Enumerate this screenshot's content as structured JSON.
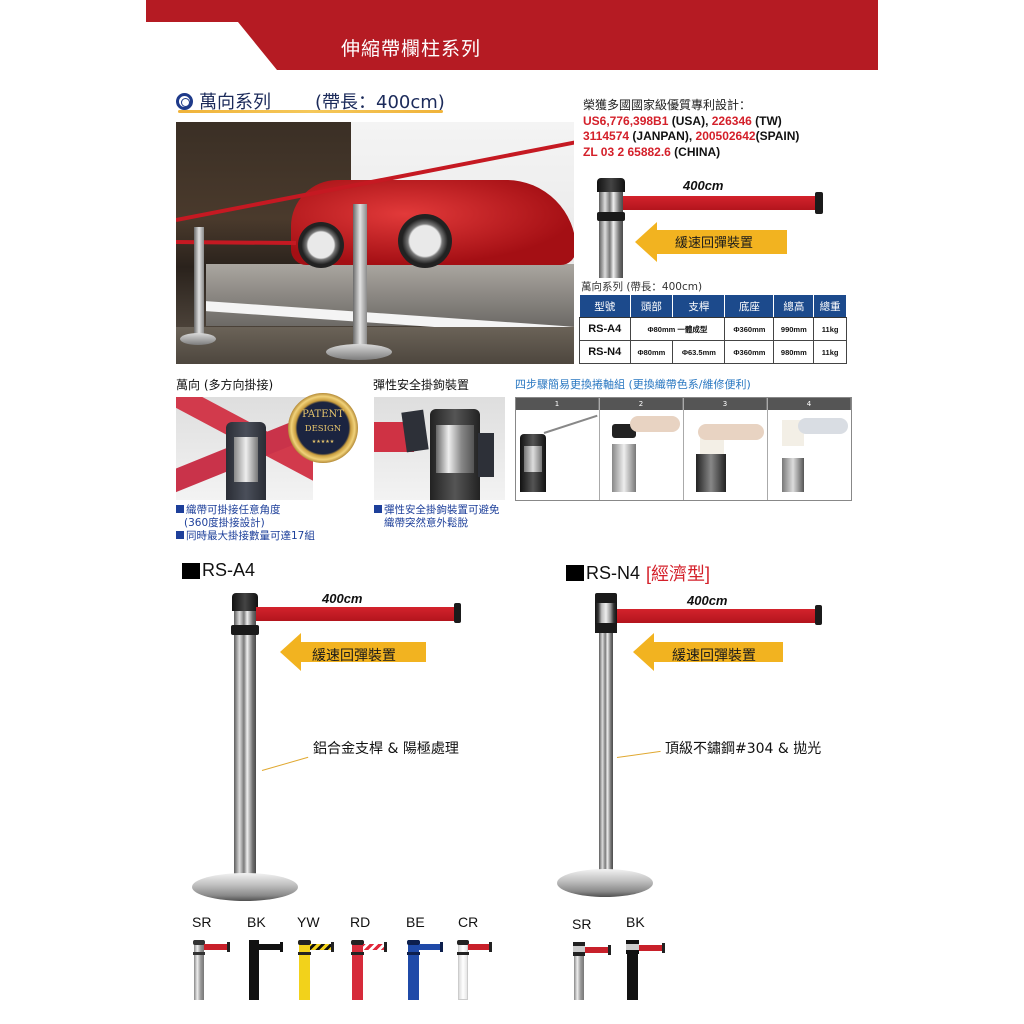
{
  "header": {
    "title": "伸縮帶欄柱系列",
    "color": "#b51b23"
  },
  "series": {
    "name": "萬向系列",
    "length": "(帶長：400cm)"
  },
  "patent": {
    "label": "榮獲多國國家級優質專利設計：",
    "lines": [
      [
        {
          "text": "US6,776,398B1",
          "red": true
        },
        {
          "text": " (USA), ",
          "red": false
        },
        {
          "text": "226346",
          "red": true
        },
        {
          "text": " (TW)",
          "red": false
        }
      ],
      [
        {
          "text": "3114574",
          "red": true
        },
        {
          "text": " (JANPAN), ",
          "red": false
        },
        {
          "text": "200502642",
          "red": true
        },
        {
          "text": "(SPAIN)",
          "red": false
        }
      ],
      [
        {
          "text": "ZL 03 2 65882.6",
          "red": true
        },
        {
          "text": " (CHINA)",
          "red": false
        }
      ]
    ]
  },
  "diagram_top": {
    "length": "400cm",
    "arrow_label": "緩速回彈裝置"
  },
  "spec_table": {
    "caption": "萬向系列 (帶長：400cm)",
    "headers": [
      "型號",
      "頭部",
      "支桿",
      "底座",
      "總高",
      "總重"
    ],
    "rows": [
      {
        "model": "RS-A4",
        "head_pole": "Φ80mm 一體成型",
        "base": "Φ360mm",
        "height": "990mm",
        "weight": "11kg"
      },
      {
        "model": "RS-N4",
        "head": "Φ80mm",
        "pole": "Φ63.5mm",
        "base": "Φ360mm",
        "height": "980mm",
        "weight": "11kg"
      }
    ]
  },
  "features": {
    "universal": {
      "title": "萬向 (多方向掛接)",
      "badge_line1": "PATENT",
      "badge_line2": "DESIGN",
      "badge_stars": "★★★★★",
      "bullets": [
        "織帶可掛接任意角度",
        "(360度掛接設計)",
        "同時最大掛接數量可達17組"
      ]
    },
    "safety_hook": {
      "title": "彈性安全掛鉤裝置",
      "bullets": [
        "彈性安全掛鉤裝置可避免",
        "織帶突然意外鬆脫"
      ]
    },
    "steps": {
      "title": "四步驟簡易更換捲軸組 (更換織帶色系/維修便利)",
      "numbers": [
        "1",
        "2",
        "3",
        "4"
      ]
    }
  },
  "models": {
    "a4": {
      "name": "RS-A4",
      "length": "400cm",
      "arrow_label": "緩速回彈裝置",
      "callout": "鋁合金支桿 & 陽極處理",
      "colors": [
        {
          "code": "SR",
          "pole": "#c9c9c9",
          "tape": "#c8202a"
        },
        {
          "code": "BK",
          "pole": "#111111",
          "tape": "#111111"
        },
        {
          "code": "YW",
          "pole": "#f2d21b",
          "tape": "stripe-yellow-black"
        },
        {
          "code": "RD",
          "pole": "#d62a3a",
          "tape": "stripe-red-white"
        },
        {
          "code": "BE",
          "pole": "#1f4aa8",
          "tape": "#1f4aa8"
        },
        {
          "code": "CR",
          "pole": "#f4f4f4",
          "tape": "#c8202a"
        }
      ]
    },
    "n4": {
      "name": "RS-N4",
      "tag": "[經濟型]",
      "length": "400cm",
      "arrow_label": "緩速回彈裝置",
      "callout": "頂級不鏽鋼#304 & 拋光",
      "colors": [
        {
          "code": "SR",
          "pole": "#c9c9c9",
          "tape": "#c8202a"
        },
        {
          "code": "BK",
          "pole": "#111111",
          "tape": "#c8202a"
        }
      ]
    }
  }
}
